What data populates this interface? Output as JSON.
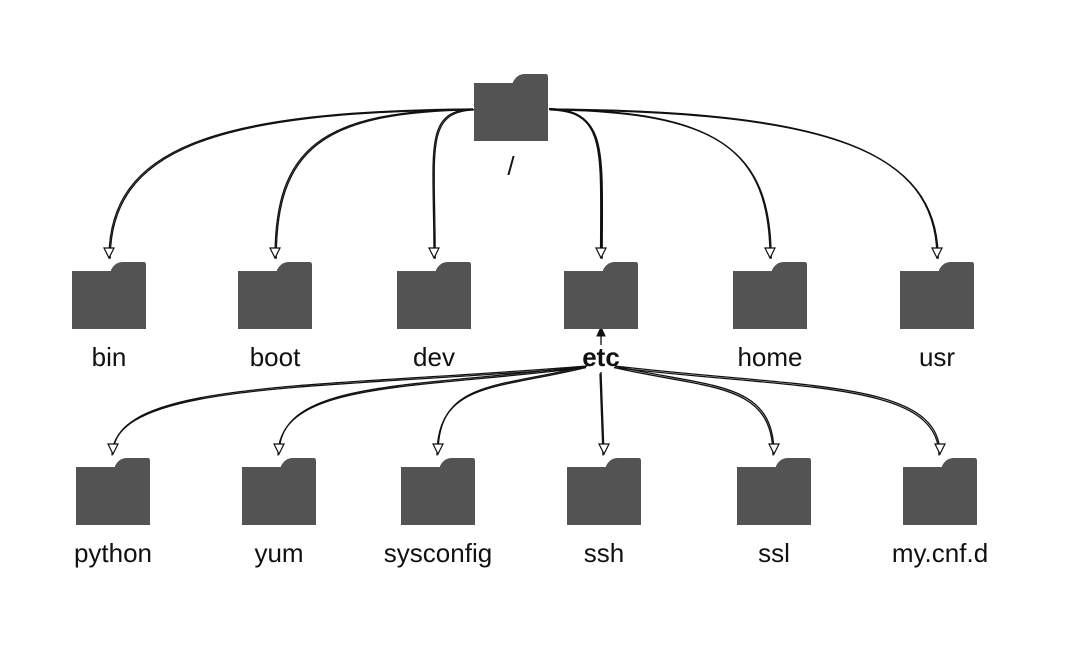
{
  "diagram": {
    "type": "directory-tree",
    "root": {
      "id": "root",
      "label": "/"
    },
    "level1": [
      {
        "id": "bin",
        "label": "bin",
        "bold": false
      },
      {
        "id": "boot",
        "label": "boot",
        "bold": false
      },
      {
        "id": "dev",
        "label": "dev",
        "bold": false
      },
      {
        "id": "etc",
        "label": "etc",
        "bold": true
      },
      {
        "id": "home",
        "label": "home",
        "bold": false
      },
      {
        "id": "usr",
        "label": "usr",
        "bold": false
      }
    ],
    "level2_parent": "etc",
    "level2": [
      {
        "id": "python",
        "label": "python"
      },
      {
        "id": "yum",
        "label": "yum"
      },
      {
        "id": "sysconfig",
        "label": "sysconfig"
      },
      {
        "id": "ssh",
        "label": "ssh"
      },
      {
        "id": "ssl",
        "label": "ssl"
      },
      {
        "id": "mycnfd",
        "label": "my.cnf.d"
      }
    ],
    "colors": {
      "folder": "#535353",
      "edge": "#111111",
      "text": "#111111"
    },
    "icon": "folder-icon"
  }
}
